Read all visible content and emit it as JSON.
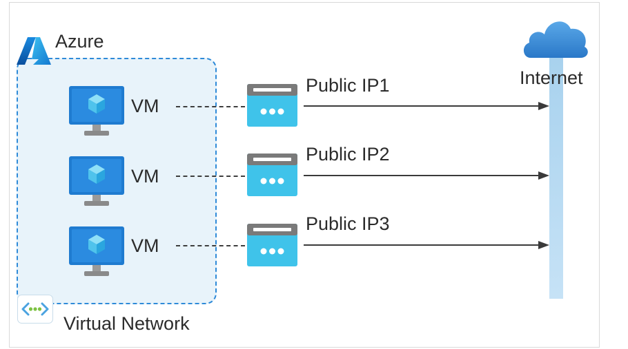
{
  "diagram": {
    "azure_label": "Azure",
    "virtual_network_label": "Virtual Network",
    "internet_label": "Internet",
    "rows": [
      {
        "vm_label": "VM",
        "ip_label": "Public IP1"
      },
      {
        "vm_label": "VM",
        "ip_label": "Public IP2"
      },
      {
        "vm_label": "VM",
        "ip_label": "Public IP3"
      }
    ]
  },
  "colors": {
    "azure_blue": "#0078d4",
    "vnet_fill": "#e8f3fa",
    "vnet_border": "#2e8ad8",
    "ip_cyan": "#3fc3ea",
    "ip_gray": "#7a7a7a",
    "cloud_blue": "#3a8fd8",
    "internet_bar": "#b9dcf2"
  },
  "icons": {
    "azure": "azure-logo-icon",
    "vm": "virtual-machine-icon",
    "public_ip": "public-ip-address-icon",
    "cloud": "cloud-icon",
    "vnet": "virtual-network-icon"
  }
}
